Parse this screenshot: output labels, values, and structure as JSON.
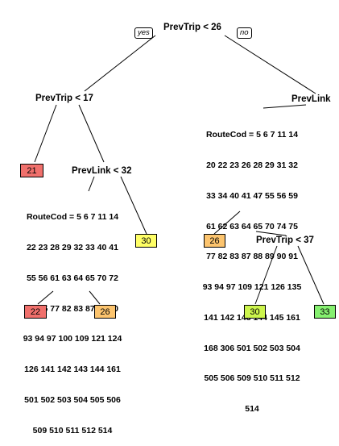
{
  "root": {
    "condition": "PrevTrip < 26",
    "yes_tag": "yes",
    "no_tag": "no"
  },
  "left_split": {
    "condition": "PrevTrip < 17"
  },
  "left_right_split": {
    "condition": "PrevLink < 32"
  },
  "left_route_split": {
    "lines": [
      "RouteCod = 5 6 7 11 14",
      "22 23 28 29 32 33 40 41",
      "55 56 61 63 64 65 70 72",
      "74 75 77 82 83 87 88 90",
      "93 94 97 100 109 121 124",
      "126 141 142 143 144 161",
      "501 502 503 504 505 506",
      "509 510 511 512 514"
    ]
  },
  "right_split": {
    "condition": "PrevLink"
  },
  "right_route_split": {
    "lines": [
      "RouteCod = 5 6 7 11 14",
      "20 22 23 26 28 29 31 32",
      "33 34 40 41 47 55 56 59",
      "61 62 63 64 65 70 74 75",
      "77 82 83 87 88 89 90 91",
      "93 94 97 109 121 126 135",
      "141 142 143 144 145 161",
      "168 306 501 502 503 504",
      "505 506 509 510 511 512",
      "514"
    ]
  },
  "right_trip_split": {
    "condition": "PrevTrip < 37"
  },
  "leaves": {
    "l21": {
      "value": "21",
      "color": "#f0706c"
    },
    "l22": {
      "value": "22",
      "color": "#f0706c"
    },
    "l26a": {
      "value": "26",
      "color": "#fcc46e"
    },
    "l30a": {
      "value": "30",
      "color": "#ffff66"
    },
    "l26b": {
      "value": "26",
      "color": "#fcc46e"
    },
    "l30b": {
      "value": "30",
      "color": "#ccf44c"
    },
    "l33": {
      "value": "33",
      "color": "#86f070"
    }
  }
}
